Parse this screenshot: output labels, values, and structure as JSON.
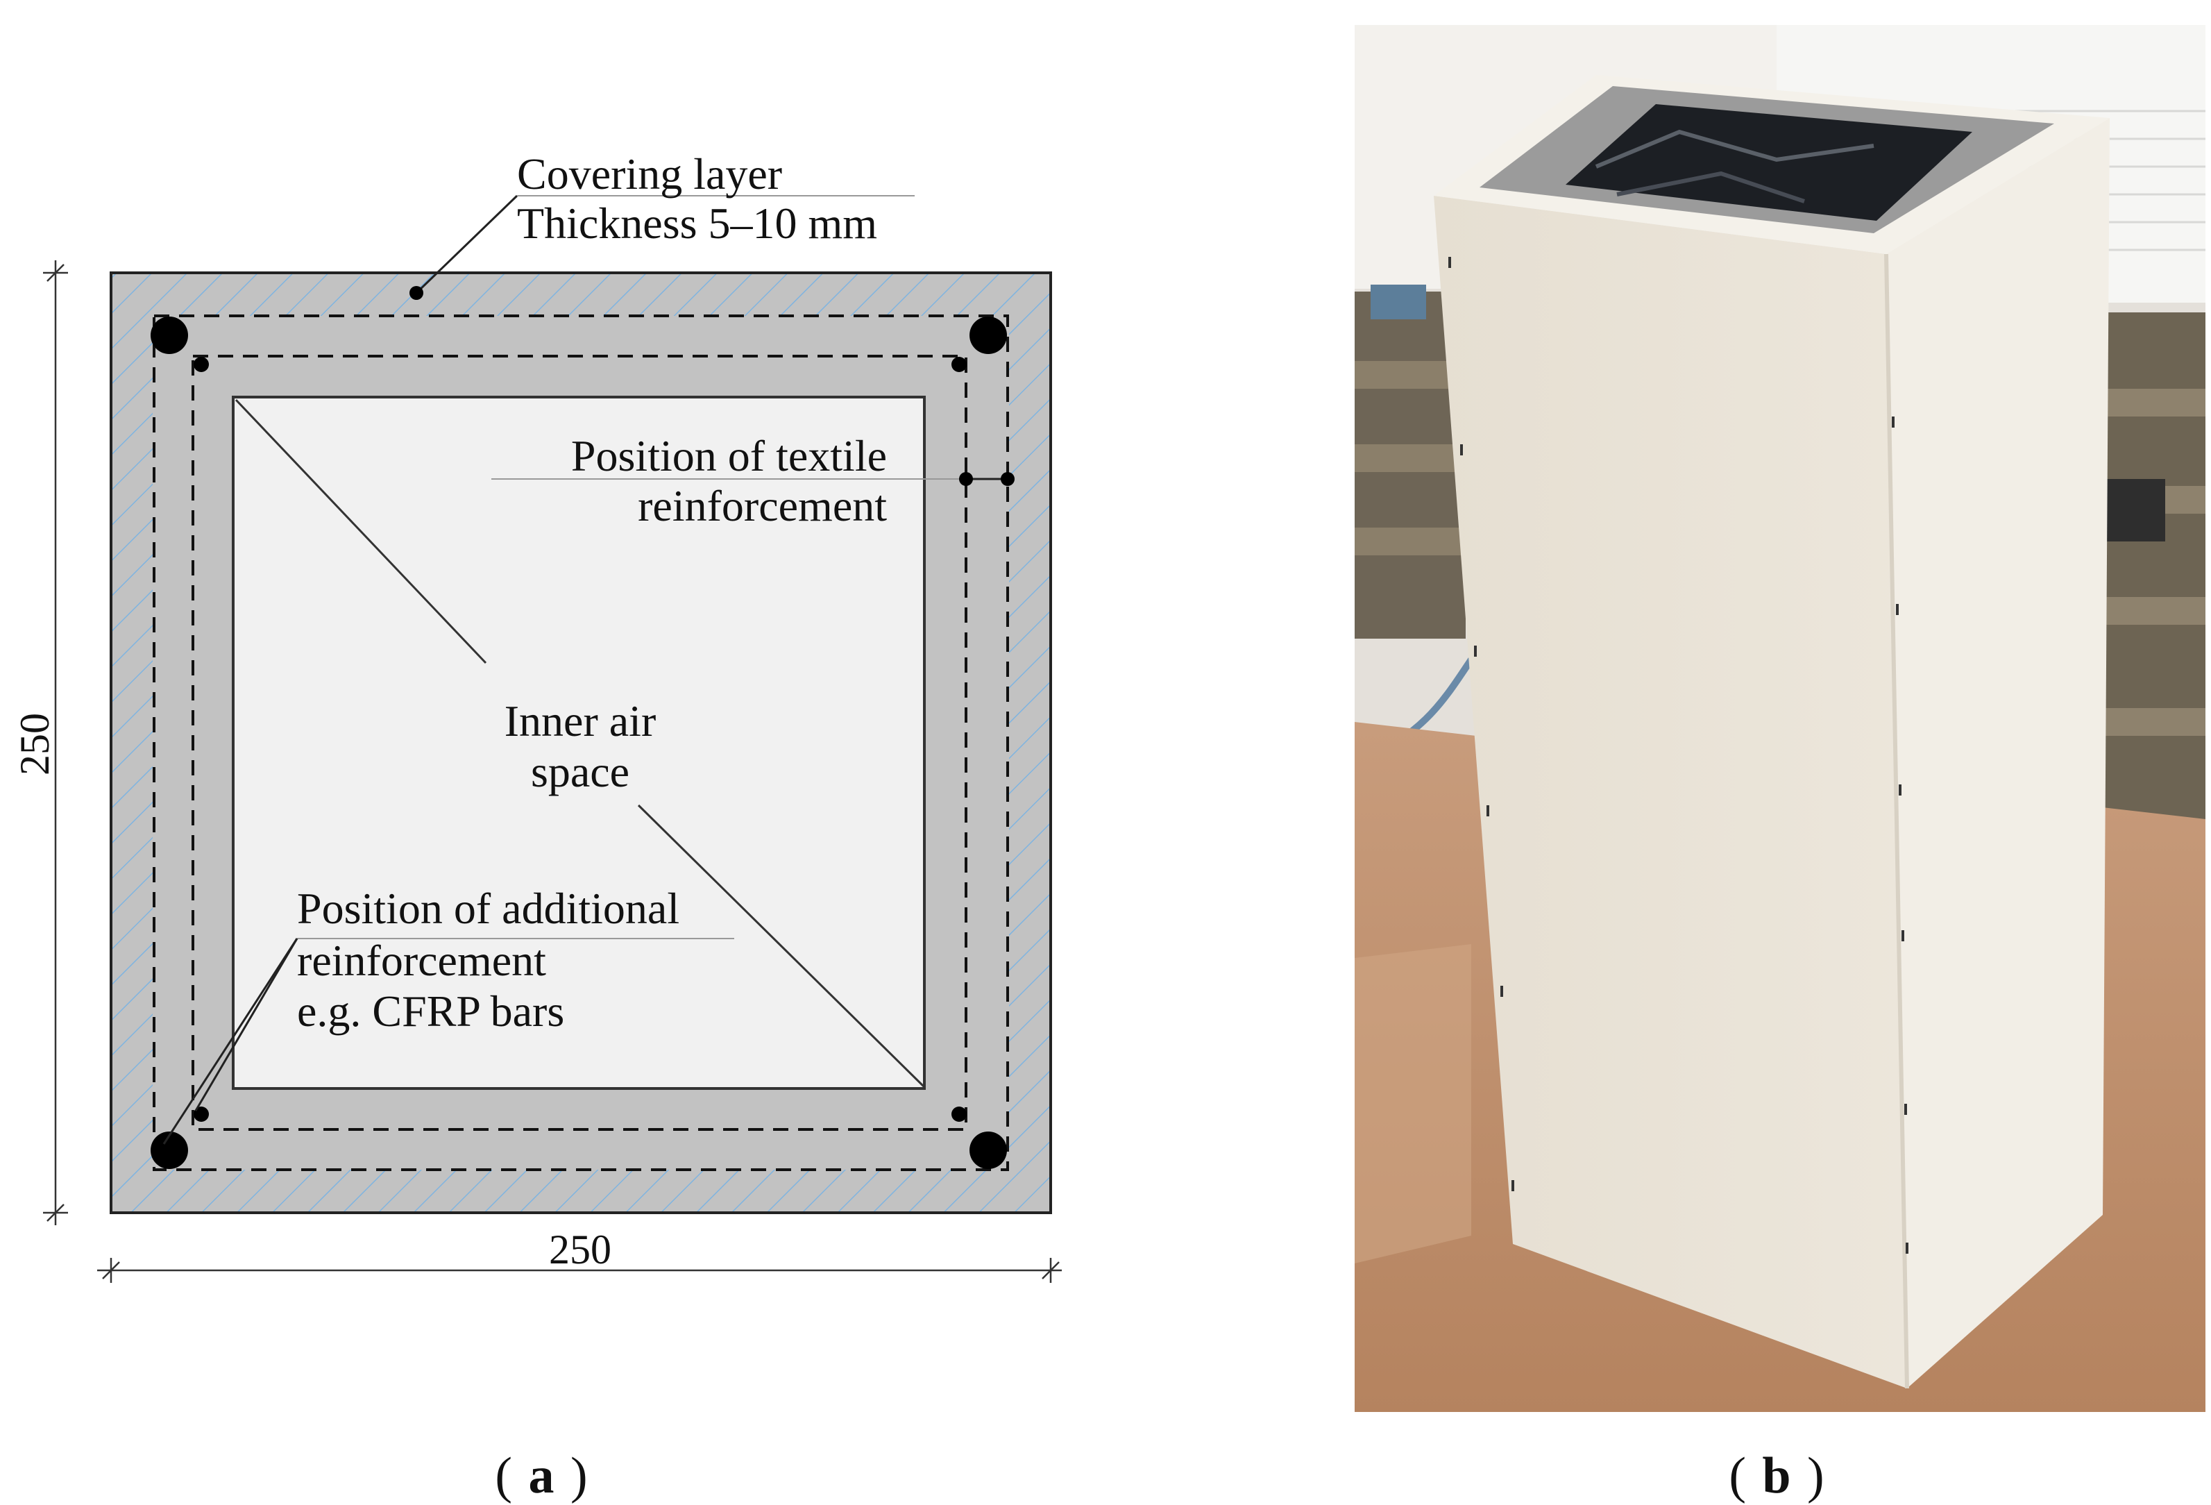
{
  "panel_a": {
    "label_covering": "Covering layer",
    "label_thickness": "Thickness 5–10 mm",
    "label_textile_1": "Position of textile",
    "label_textile_2": "reinforcement",
    "label_inner_1": "Inner air",
    "label_inner_2": "space",
    "label_additional_1": "Position of additional",
    "label_additional_2": "reinforcement",
    "label_additional_3": "e.g. CFRP bars",
    "dim_height": "250",
    "dim_width": "250",
    "caption_letter": "a",
    "colors": {
      "concrete": "#c2c2c2",
      "hatch": "#7fb4e0",
      "inner": "#f1f1f1",
      "outline": "#222222"
    }
  },
  "panel_b": {
    "caption_letter": "b",
    "colors": {
      "floor": "#b88a68",
      "wall": "#eeeae4",
      "column_front": "#e9e3d8",
      "column_side": "#f4f1ea",
      "column_top": "#9a9a9a"
    }
  }
}
